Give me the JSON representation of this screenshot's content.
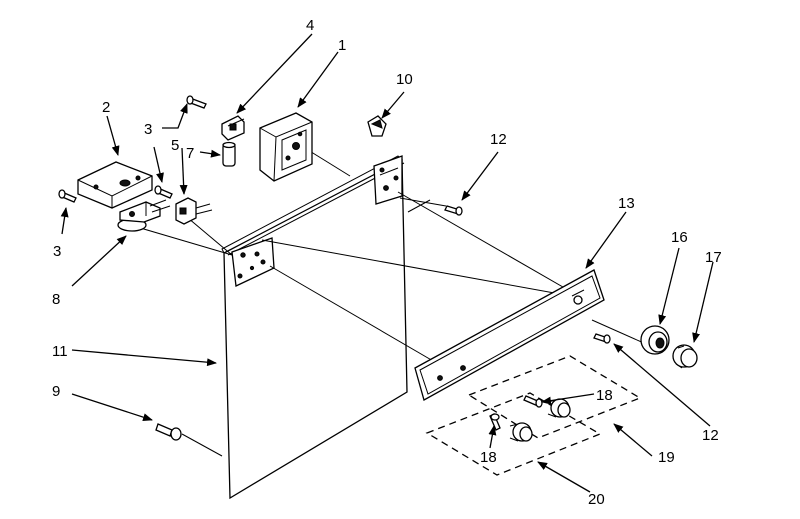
{
  "callouts": {
    "c1": "1",
    "c2": "2",
    "c3a": "3",
    "c3b": "3",
    "c4": "4",
    "c5": "5",
    "c7": "7",
    "c8": "8",
    "c9": "9",
    "c10": "10",
    "c11": "11",
    "c12a": "12",
    "c12b": "12",
    "c13": "13",
    "c16": "16",
    "c17": "17",
    "c18a": "18",
    "c18b": "18",
    "c19": "19",
    "c20": "20"
  }
}
